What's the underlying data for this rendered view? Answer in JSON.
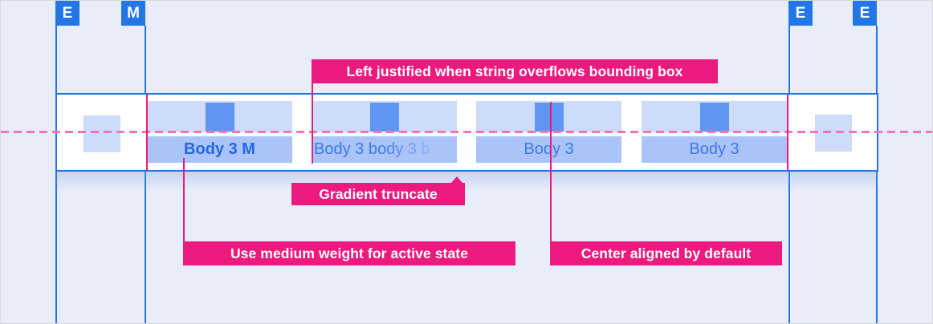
{
  "rulers": {
    "badges": [
      {
        "label": "E"
      },
      {
        "label": "M"
      },
      {
        "label": "E"
      },
      {
        "label": "E"
      }
    ]
  },
  "tab_bar": {
    "tabs": [
      {
        "label": "Body 3 M",
        "state": "active",
        "align": "center"
      },
      {
        "label": "Body 3 body 3 b",
        "state": "default",
        "align": "left",
        "truncation": "gradient"
      },
      {
        "label": "Body 3",
        "state": "default",
        "align": "center"
      },
      {
        "label": "Body 3",
        "state": "default",
        "align": "center"
      }
    ]
  },
  "annotations": {
    "left_justified": "Left justified when string overflows bounding box",
    "gradient_truncate": "Gradient truncate",
    "medium_weight": "Use medium weight for active state",
    "center_aligned": "Center aligned by default"
  },
  "colors": {
    "background": "#e9ecf9",
    "accent_blue": "#2276e6",
    "light_blue": "#cddcfa",
    "mid_blue": "#aac4f7",
    "icon_blue": "#5e96f1",
    "tab_text_blue": "#3b78ea",
    "active_text_blue": "#2366e4",
    "annotation_pink": "#ec1a7f",
    "dashed_pink": "#ee77b7"
  }
}
